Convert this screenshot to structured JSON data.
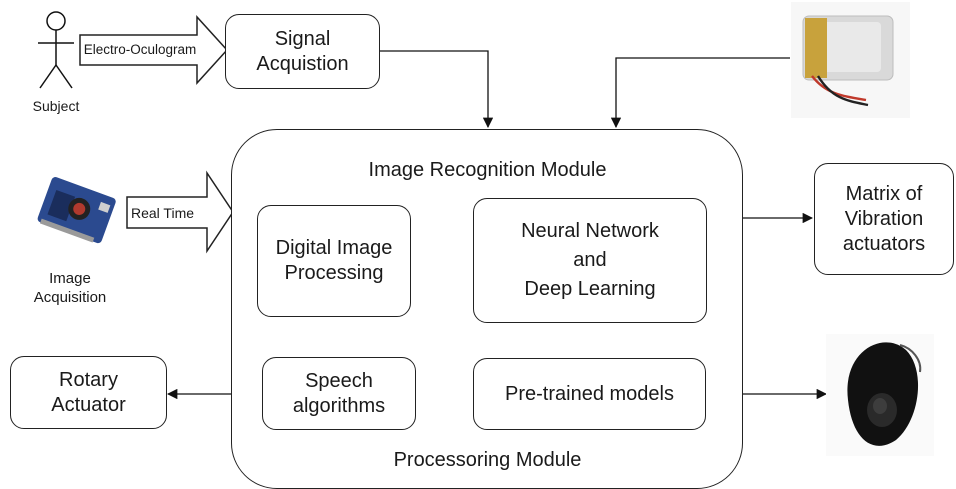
{
  "subject": {
    "label": "Subject"
  },
  "eog_arrow": {
    "label": "Electro-Oculogram"
  },
  "signal_box": {
    "label": "Signal\nAcquistion"
  },
  "camera": {
    "label": "Image\nAcquisition"
  },
  "realtime_arrow": {
    "label": "Real Time"
  },
  "main_module": {
    "top_label": "Image Recognition Module",
    "bottom_label": "Processoring Module"
  },
  "dip_box": {
    "label": "Digital Image\nProcessing"
  },
  "nn_box": {
    "label": "Neural Network\nand\nDeep Learning"
  },
  "speech_box": {
    "label": "Speech\nalgorithms"
  },
  "pretrained_box": {
    "label": "Pre-trained models"
  },
  "vibration_box": {
    "label": "Matrix of\nVibration\nactuators"
  },
  "rotary_box": {
    "label": "Rotary\nActuator"
  },
  "icons": {
    "battery": "battery-icon",
    "earpiece": "bluetooth-earpiece-icon",
    "camera": "camera-module-icon",
    "subject": "stick-figure-icon"
  }
}
